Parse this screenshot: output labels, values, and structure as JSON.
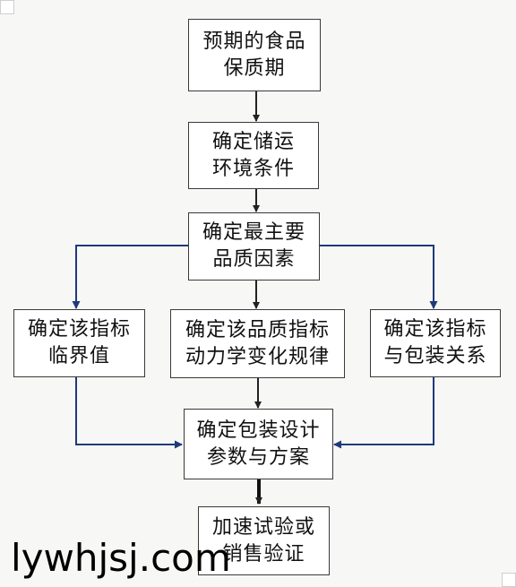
{
  "nodes": {
    "shelf_life": {
      "line1": "预期的食品",
      "line2": "保质期"
    },
    "storage": {
      "line1": "确定储运",
      "line2": "环境条件"
    },
    "main_factor": {
      "line1": "确定最主要",
      "line2": "品质因素"
    },
    "critical_value": {
      "line1": "确定该指标",
      "line2": "临界值"
    },
    "kinetics": {
      "line1": "确定该品质指标",
      "line2": "动力学变化规律"
    },
    "packaging_relation": {
      "line1": "确定该指标",
      "line2": "与包装关系"
    },
    "package_design": {
      "line1": "确定包装设计",
      "line2": "参数与方案"
    },
    "verification": {
      "line1": "加速试验或",
      "line2": "销售验证"
    }
  },
  "watermark": "lywhjsj.com",
  "colors": {
    "arrow_dark": "#222222",
    "arrow_blue": "#1f3a7a",
    "box_border": "#3a3a3a",
    "background": "#f7f7f5"
  }
}
